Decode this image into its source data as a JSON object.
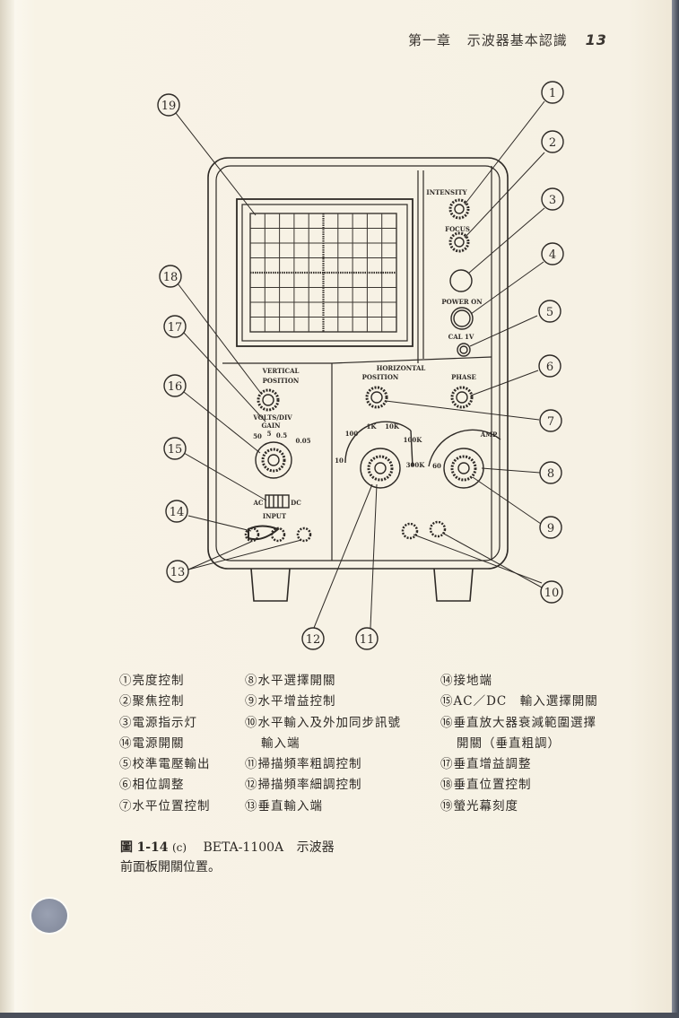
{
  "header": {
    "chapter": "第一章",
    "chapter_title": "示波器基本認識",
    "page_number": "13"
  },
  "diagram": {
    "device": "BETA-1100A oscilloscope front panel",
    "graticule": {
      "columns": 10,
      "rows": 8
    },
    "panel_labels": {
      "intensity": "INTENSITY",
      "focus": "FOCUS",
      "power_on": "POWER ON",
      "cal": "CAL 1V",
      "vertical": "VERTICAL",
      "vertical_position": "POSITION",
      "volts_div": "VOLTS/DIV",
      "gain": "GAIN",
      "horizontal": "HORIZONTAL",
      "horizontal_position": "POSITION",
      "phase": "PHASE",
      "ac": "AC",
      "dc": "DC",
      "input": "INPUT",
      "amp": "AMP"
    },
    "volts_div_scale": [
      "50",
      "5",
      "0.5",
      "0.05"
    ],
    "sweep_scale": [
      "10",
      "100",
      "1K",
      "10K",
      "100K",
      "300K"
    ],
    "amp_scale": [
      "60"
    ],
    "callouts": [
      "1",
      "2",
      "3",
      "4",
      "5",
      "6",
      "7",
      "8",
      "9",
      "10",
      "11",
      "12",
      "13",
      "14",
      "15",
      "16",
      "17",
      "18",
      "19"
    ]
  },
  "legend": {
    "col1": [
      {
        "num": "①",
        "text": "亮度控制"
      },
      {
        "num": "②",
        "text": "聚焦控制"
      },
      {
        "num": "③",
        "text": "電源指示灯"
      },
      {
        "num": "⑭",
        "text": "電源開關"
      },
      {
        "num": "⑤",
        "text": "校準電壓輸出"
      },
      {
        "num": "⑥",
        "text": "相位調整"
      },
      {
        "num": "⑦",
        "text": "水平位置控制"
      }
    ],
    "col2": [
      {
        "num": "⑧",
        "text": "水平選擇開關"
      },
      {
        "num": "⑨",
        "text": "水平增益控制"
      },
      {
        "num": "⑩",
        "text": "水平輸入及外加同步訊號",
        "cont": "輸入端"
      },
      {
        "num": "⑪",
        "text": "掃描頻率粗調控制"
      },
      {
        "num": "⑫",
        "text": "掃描頻率細調控制"
      },
      {
        "num": "⑬",
        "text": "垂直輸入端"
      }
    ],
    "col3": [
      {
        "num": "⑭",
        "text": "接地端"
      },
      {
        "num": "⑮",
        "text": "AC／DC　輸入選擇開關"
      },
      {
        "num": "⑯",
        "text": "垂直放大器衰減範圍選擇",
        "cont": "開關（垂直粗調）"
      },
      {
        "num": "⑰",
        "text": "垂直增益調整"
      },
      {
        "num": "⑱",
        "text": "垂直位置控制"
      },
      {
        "num": "⑲",
        "text": "螢光幕刻度"
      }
    ]
  },
  "caption": {
    "prefix": "圖",
    "figure_number": "1-14",
    "sub": "(c)",
    "model": "BETA-1100A",
    "device": "示波器",
    "line2": "前面板開關位置。"
  },
  "colors": {
    "paper": "#f6f1e4",
    "ink": "#2a2622"
  }
}
